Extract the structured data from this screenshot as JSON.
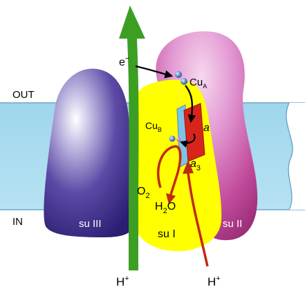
{
  "labels": {
    "out": "OUT",
    "in": "IN",
    "electron": "e",
    "electron_charge": "−",
    "cu_a": "Cu",
    "cu_a_sub": "A",
    "cu_b": "Cu",
    "cu_b_sub": "B",
    "heme_a": "a",
    "heme_a3": "a",
    "heme_a3_sub": "3",
    "o2": "O",
    "o2_sub": "2",
    "h2o_h": "H",
    "h2o_sub": "2",
    "h2o_o": "O",
    "su1": "su I",
    "su2": "su II",
    "su3": "su III",
    "proton_left": "H",
    "proton_left_sup": "+",
    "proton_right": "H",
    "proton_right_sup": "+"
  },
  "colors": {
    "membrane": "#a9dcee",
    "membrane_edge": "#4a8fb3",
    "su1": "#ffff00",
    "su2": "#c8449b",
    "su3": "#3f2e8f",
    "pump_arrow": "#3a9a22",
    "red_arrows": "#c02a12",
    "heme_a": "#d8251c",
    "heme_a3": "#7fc4e4",
    "metal_spheres": "#4e7cc9"
  }
}
